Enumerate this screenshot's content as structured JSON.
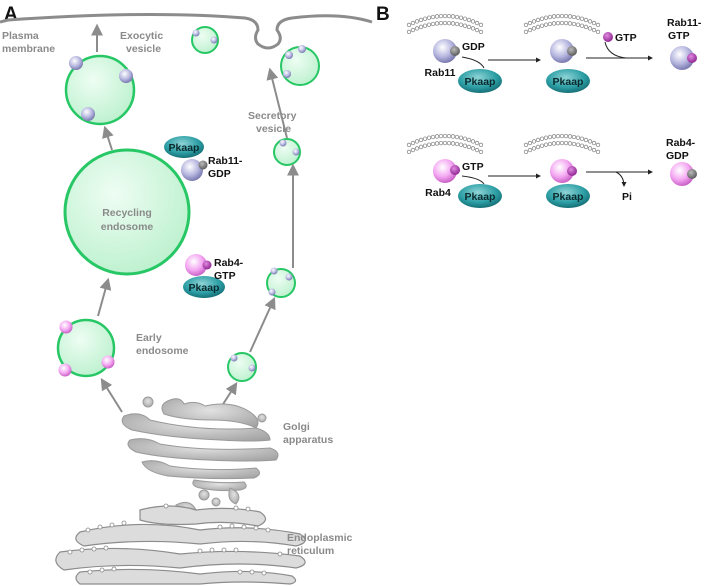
{
  "panels": {
    "a": "A",
    "b": "B"
  },
  "labels": {
    "plasma_membrane_1": "Plasma",
    "plasma_membrane_2": "membrane",
    "exocytic_1": "Exocytic",
    "exocytic_2": "vesicle",
    "secretory_1": "Secretory",
    "secretory_2": "vesicle",
    "recycling_1": "Recycling",
    "recycling_2": "endosome",
    "early_1": "Early",
    "early_2": "endosome",
    "golgi_1": "Golgi",
    "golgi_2": "apparatus",
    "er_1": "Endoplasmic",
    "er_2": "reticulum"
  },
  "complexes": {
    "pkaap": "Pkaap",
    "rab11_gdp_1": "Rab11-",
    "rab11_gdp_2": "GDP",
    "rab4_gtp_1": "Rab4-",
    "rab4_gtp_2": "GTP"
  },
  "panel_b": {
    "row1": {
      "rab": "Rab11",
      "gdp": "GDP",
      "gtp": "GTP",
      "pkaap": "Pkaap",
      "product_1": "Rab11-",
      "product_2": "GTP"
    },
    "row2": {
      "rab": "Rab4",
      "gtp": "GTP",
      "pkaap": "Pkaap",
      "pi": "Pi",
      "product_1": "Rab4-",
      "product_2": "GDP"
    }
  },
  "colors": {
    "vesicle_fill": "#c9f5d8",
    "vesicle_stroke": "#27c765",
    "rab11": "#a9a9d6",
    "rab4": "#f0a3ee",
    "pkaap": "#1e8f96",
    "gdp": "#777777",
    "gtp": "#a63aa8",
    "membrane": "#8c8c8c",
    "arrow": "#8c8c8c"
  }
}
